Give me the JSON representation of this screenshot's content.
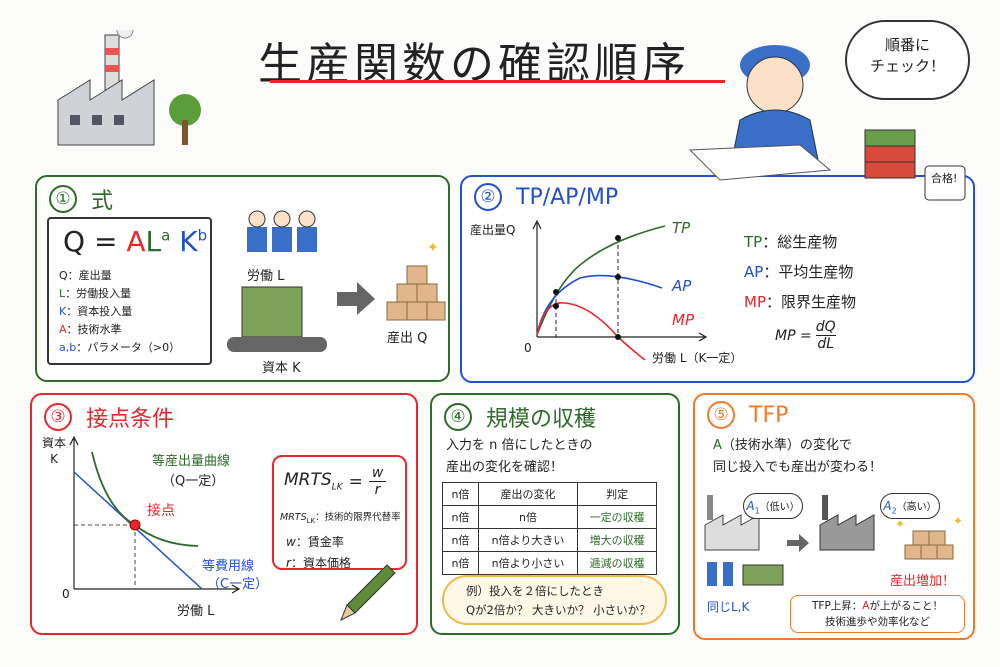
{
  "title": "生産関数の確認順序",
  "thought_bubble": [
    "順番に",
    "チェック！"
  ],
  "mug_label": "合格!",
  "colors": {
    "green": "#2e6b2a",
    "blue": "#2250d0",
    "red": "#e8262b",
    "orange": "#f07a2a"
  },
  "panel1": {
    "num": "①",
    "title": "式",
    "formula": {
      "Q": "Q",
      "eq": "=",
      "A": "A",
      "L": "L",
      "a": "a",
      "K": "K",
      "b": "b"
    },
    "legend": [
      {
        "sym": "Q",
        "text": "：産出量"
      },
      {
        "sym": "L",
        "text": "：労働投入量"
      },
      {
        "sym": "K",
        "text": "：資本投入量"
      },
      {
        "sym": "A",
        "text": "：技術水準"
      },
      {
        "sym": "a,b",
        "text": "：パラメータ（>0）"
      }
    ],
    "labor_label": "労働 L",
    "capital_label": "資本 K",
    "output_label": "産出 Q"
  },
  "panel2": {
    "num": "②",
    "title": "TP/AP/MP",
    "ylabel": "産出量Q",
    "xlabel": "労働 L（K一定）",
    "origin": "0",
    "curves": [
      "TP",
      "AP",
      "MP"
    ],
    "legend": [
      {
        "sym": "TP",
        "text": "：総生産物"
      },
      {
        "sym": "AP",
        "text": "：平均生産物"
      },
      {
        "sym": "MP",
        "text": "：限界生産物"
      }
    ],
    "mp_formula": {
      "lhs": "MP =",
      "num": "dQ",
      "den": "dL"
    }
  },
  "panel3": {
    "num": "③",
    "title": "接点条件",
    "ylabel1": "資本",
    "ylabel2": "K",
    "xlabel": "労働 L",
    "origin": "0",
    "isoquant": "等産出量曲線",
    "isoquant_note": "（Q一定）",
    "tangent": "接点",
    "isocost": "等費用線",
    "isocost_note": "（C一定）",
    "box": {
      "formula_lhs": "MRTS",
      "formula_sub": "LK",
      "eq": "=",
      "num": "w",
      "den": "r",
      "defs": [
        {
          "sym": "MRTS",
          "sub": "LK",
          "text": "：技術的限界代替率"
        },
        {
          "sym": "w",
          "text": "：賃金率"
        },
        {
          "sym": "r",
          "text": "：資本価格"
        }
      ]
    }
  },
  "panel4": {
    "num": "④",
    "title": "規模の収穫",
    "intro": [
      "入力を n 倍にしたときの",
      "産出の変化を確認！"
    ],
    "table": {
      "headers": [
        "n倍",
        "産出の変化",
        "判定"
      ],
      "rows": [
        [
          "n倍",
          "n倍",
          "一定の収穫"
        ],
        [
          "n倍",
          "n倍より大きい",
          "増大の収穫"
        ],
        [
          "n倍",
          "n倍より小さい",
          "逓減の収穫"
        ]
      ]
    },
    "example": [
      "例）投入を２倍にしたとき",
      "Qが2倍か？ 大きいか？ 小さいか？"
    ]
  },
  "panel5": {
    "num": "⑤",
    "title": "TFP",
    "intro_A": "A",
    "intro": [
      "（技術水準）の変化で",
      "同じ投入でも産出が変わる！"
    ],
    "a1": "A",
    "a1_sub": "1",
    "a1_note": "（低い）",
    "a2": "A",
    "a2_sub": "2",
    "a2_note": "（高い）",
    "same_inputs": "同じL,K",
    "output_up": "産出増加！",
    "note": {
      "pre": "TFP上昇：",
      "A": "A",
      "post": "が上がること！",
      "line2": "技術進歩や効率化など"
    }
  }
}
